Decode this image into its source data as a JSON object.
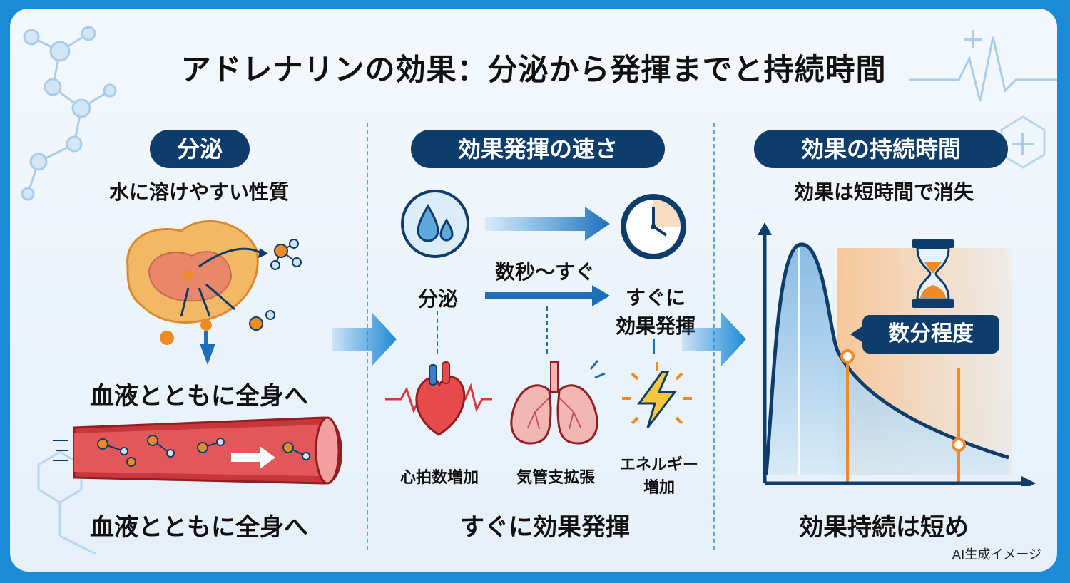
{
  "title": "アドレナリンの効果：分泌から発揮までと持続時間",
  "sections": {
    "secretion": {
      "heading": "分泌",
      "subtitle": "水に溶けやすい性質",
      "mid_caption": "血液とともに全身へ",
      "bottom_caption": "血液とともに全身へ"
    },
    "speed": {
      "heading": "効果発揮の速さ",
      "source_label": "分泌",
      "time_label": "数秒〜すぐ",
      "result_line1": "すぐに",
      "result_line2": "効果発揮",
      "effects": [
        {
          "label": "心拍数増加",
          "icon": "heart-icon"
        },
        {
          "label": "気管支拡張",
          "icon": "lungs-icon"
        },
        {
          "label_line1": "エネルギー",
          "label_line2": "増加",
          "icon": "lightning-icon"
        }
      ],
      "bottom_caption": "すぐに効果発揮"
    },
    "duration": {
      "heading": "効果の持続時間",
      "subtitle": "効果は短時間で消失",
      "badge": "数分程度",
      "bottom_caption": "効果持続は短め"
    }
  },
  "credit": "AI生成イメージ",
  "colors": {
    "navy": "#0f3d6b",
    "accent_blue": "#1d8ad6",
    "orange": "#f08a24",
    "curve_fill": "#a9d0ec"
  }
}
